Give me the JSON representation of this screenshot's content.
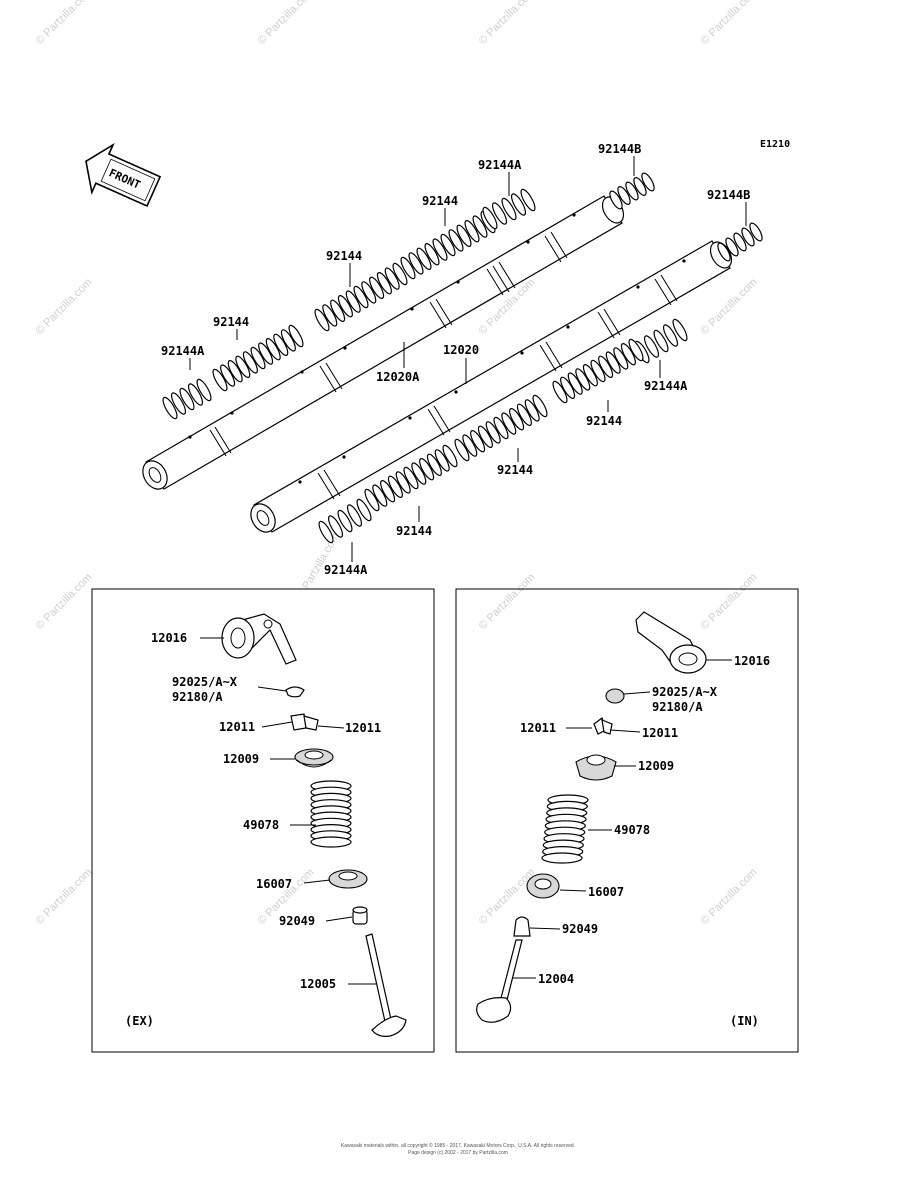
{
  "diagram_code": "E1210",
  "front_label": "FRONT",
  "watermark": "© Partzilla.com",
  "watermark_center": "Partzilla.com",
  "footer": {
    "line1": "Kawasaki materials within, all copyright © 1985 - 2017, Kawasaki Motors Corp., U.S.A. All rights reserved.",
    "line2": "Page design (c) 2002 - 2017 by Partzilla.com"
  },
  "colors": {
    "line": "#000000",
    "watermark": "#cfcfcf",
    "background": "#ffffff"
  },
  "top_labels": {
    "shaft_a": "12020A",
    "shaft_b": "12020",
    "spring_b1": "92144B",
    "spring_b2": "92144B",
    "spring_a1": "92144A",
    "spring_a2": "92144A",
    "spring_a3": "92144A",
    "spring_a4": "92144A",
    "spring_1": "92144",
    "spring_2": "92144",
    "spring_3": "92144",
    "spring_4": "92144",
    "spring_5": "92144",
    "spring_6": "92144"
  },
  "exhaust": {
    "tag": "(EX)",
    "rocker_arm": "12016",
    "adjuster_1": "92025/A~X",
    "adjuster_2": "92180/A",
    "keeper_left": "12011",
    "keeper_right": "12011",
    "retainer": "12009",
    "spring": "49078",
    "spring_seat": "16007",
    "seal": "92049",
    "valve": "12005"
  },
  "intake": {
    "tag": "(IN)",
    "rocker_arm": "12016",
    "adjuster_1": "92025/A~X",
    "adjuster_2": "92180/A",
    "keeper_left": "12011",
    "keeper_right": "12011",
    "retainer": "12009",
    "spring": "49078",
    "spring_seat": "16007",
    "seal": "92049",
    "valve": "12004"
  }
}
